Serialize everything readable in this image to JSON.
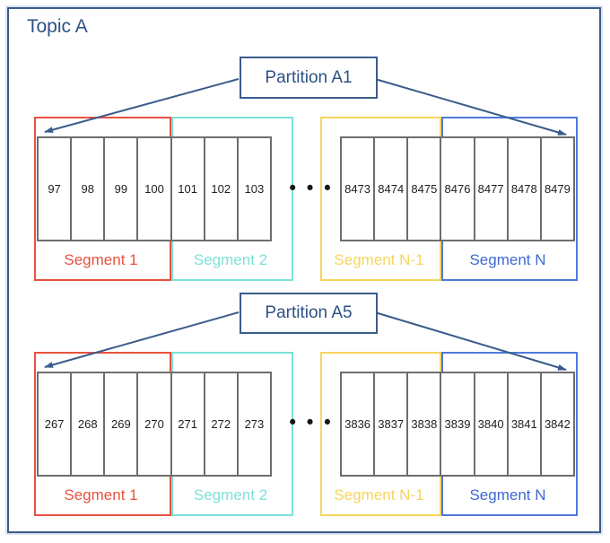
{
  "topic": {
    "title": "Topic A"
  },
  "colors": {
    "navy_border": "#3a5c8c",
    "navy_text": "#2d5186",
    "red": "#e8513f",
    "cyan": "#7de2d9",
    "yellow": "#f6d55e",
    "blue": "#4e79da",
    "blue_text": "#3e68d3",
    "gray": "#6d6d6d",
    "ink": "#1d1d1d"
  },
  "partitions": [
    {
      "label": "Partition A1",
      "ellipsis": "•••",
      "segments": [
        {
          "name": "Segment 1",
          "color": "#e8513f",
          "cells": [
            "97",
            "98",
            "99",
            "100"
          ]
        },
        {
          "name": "Segment 2",
          "color": "#7de2d9",
          "cells": [
            "101",
            "102",
            "103"
          ]
        },
        {
          "name": "Segment N-1",
          "color": "#f6d55e",
          "cells": [
            "8473",
            "8474",
            "8475"
          ]
        },
        {
          "name": "Segment N",
          "color": "#4e79da",
          "cells": [
            "8476",
            "8477",
            "8478",
            "8479"
          ]
        }
      ]
    },
    {
      "label": "Partition A5",
      "ellipsis": "•••",
      "segments": [
        {
          "name": "Segment 1",
          "color": "#e8513f",
          "cells": [
            "267",
            "268",
            "269",
            "270"
          ]
        },
        {
          "name": "Segment 2",
          "color": "#7de2d9",
          "cells": [
            "271",
            "272",
            "273"
          ]
        },
        {
          "name": "Segment N-1",
          "color": "#f6d55e",
          "cells": [
            "3836",
            "3837",
            "3838"
          ]
        },
        {
          "name": "Segment N",
          "color": "#4e79da",
          "cells": [
            "3839",
            "3840",
            "3841",
            "3842"
          ]
        }
      ]
    }
  ]
}
